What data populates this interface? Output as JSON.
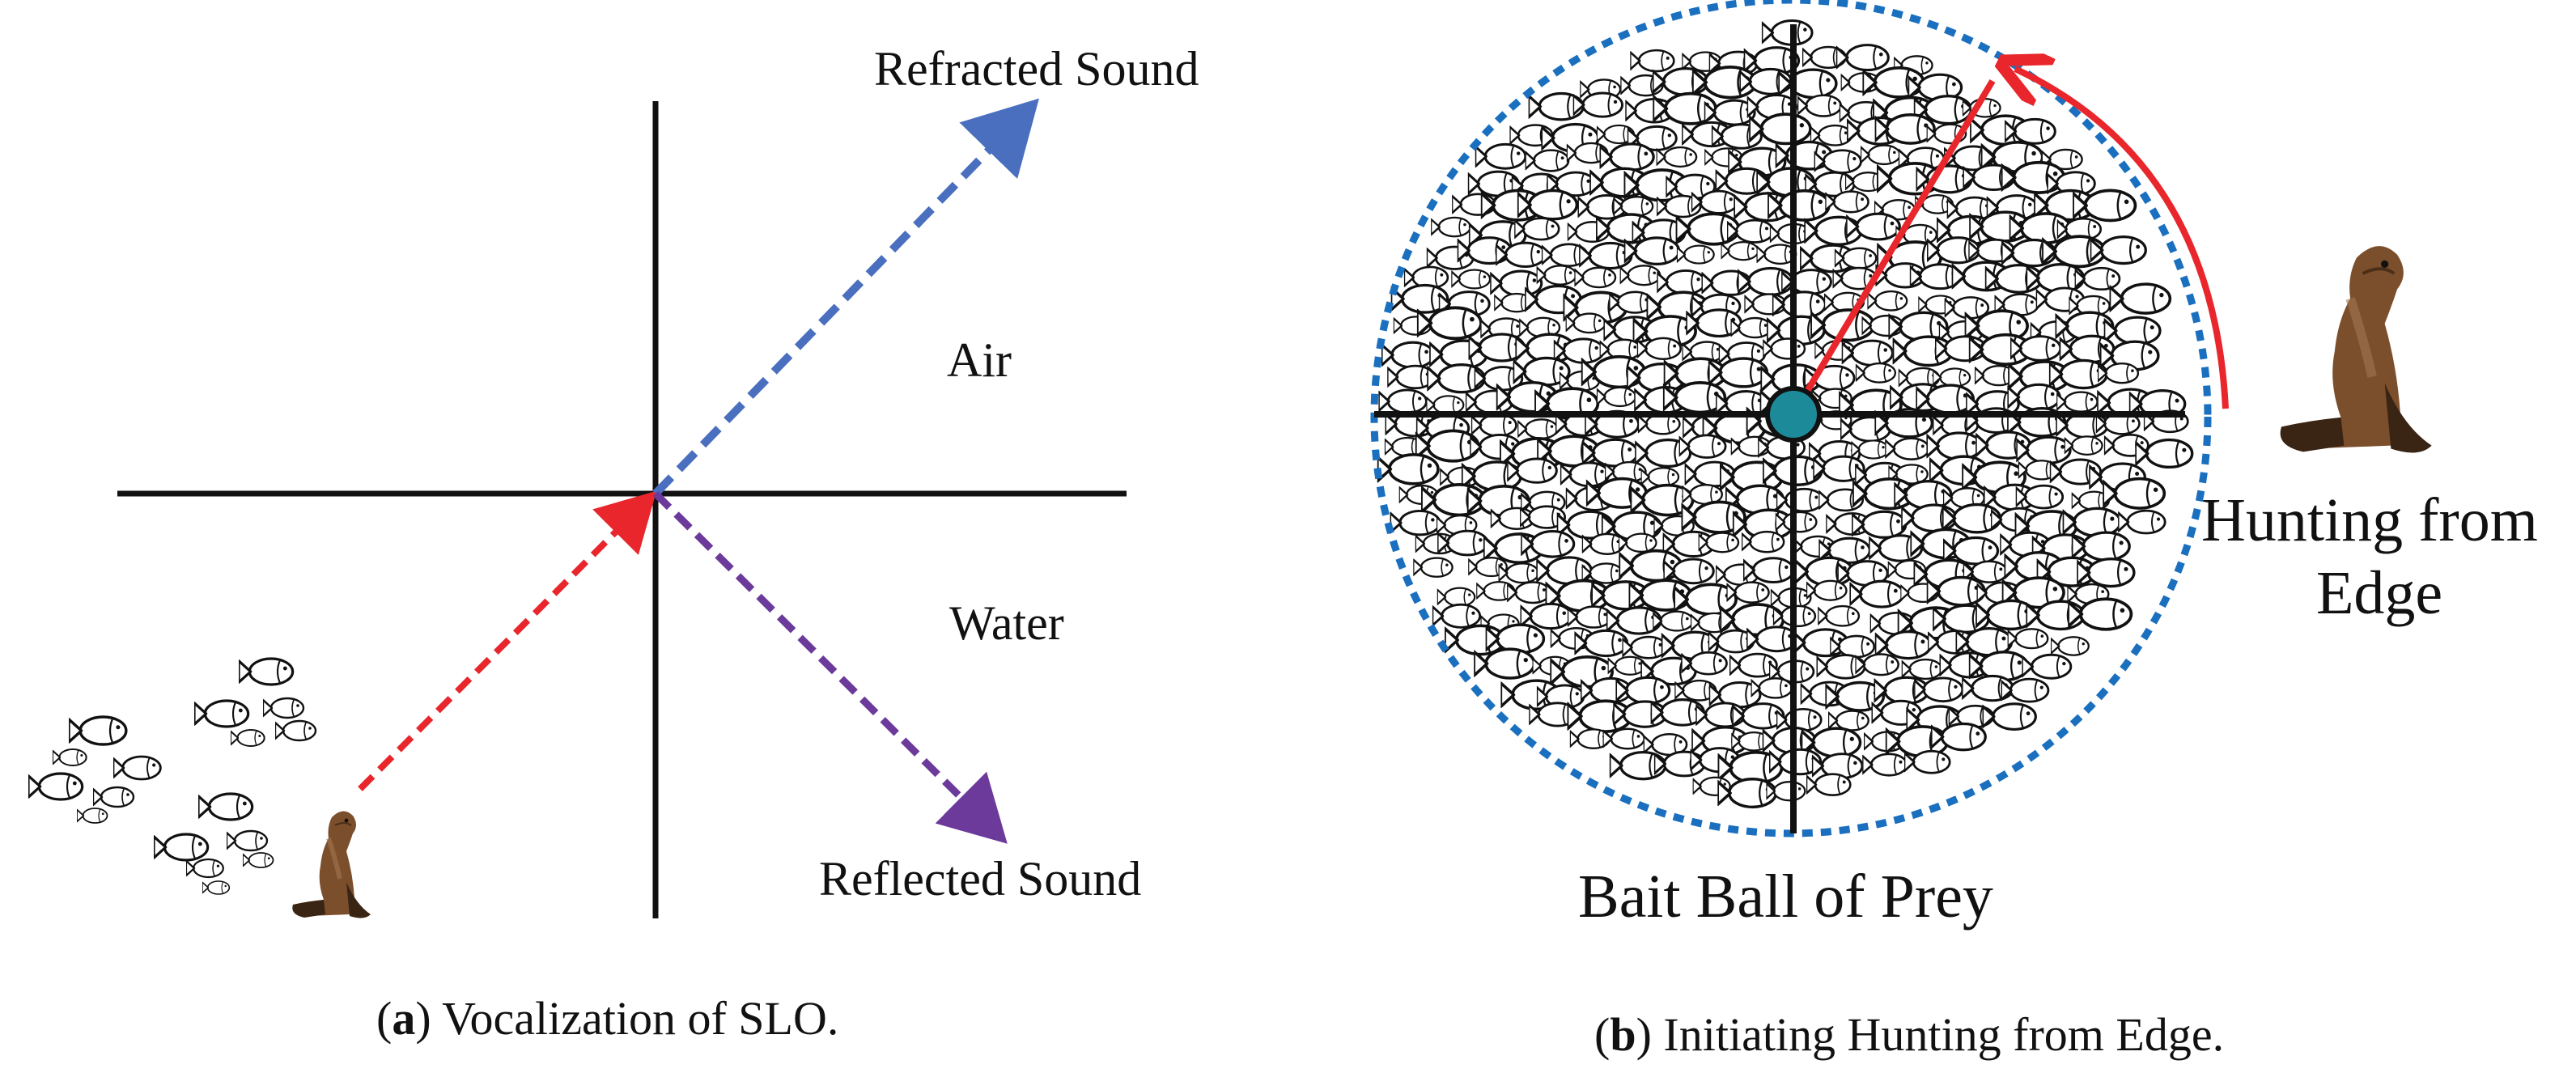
{
  "panel_a": {
    "label_refracted": "Refracted Sound",
    "label_reflected": "Reflected Sound",
    "label_air": "Air",
    "label_water": "Water",
    "caption_tag": "a",
    "caption_text": " Vocalization of SLO.",
    "colors": {
      "incident": "#e8262c",
      "refracted": "#4a6fbf",
      "reflected": "#6b3a9b",
      "axes": "#111111"
    }
  },
  "panel_b": {
    "label_prey": "Bait Ball of Prey",
    "label_hunt_line1": "Hunting from",
    "label_hunt_line2": "Edge",
    "caption_tag": "b",
    "caption_text": " Initiating Hunting from Edge.",
    "colors": {
      "circle": "#1a6fbf",
      "center": "#1d8a9a",
      "arrow": "#e8262c"
    }
  }
}
